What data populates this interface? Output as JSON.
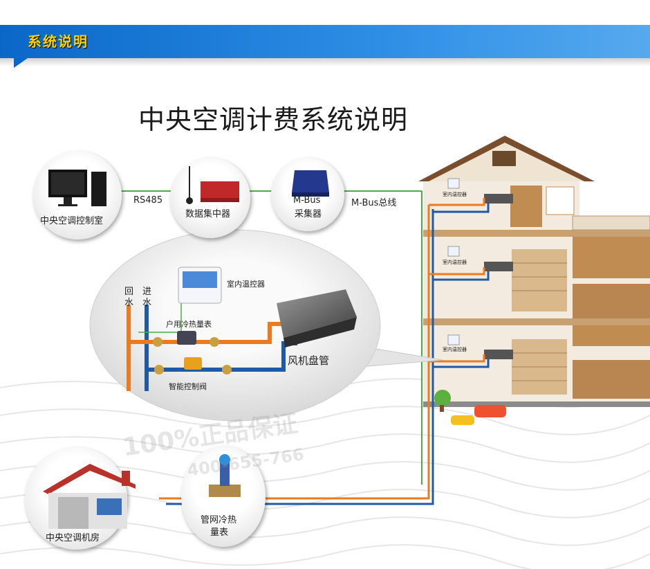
{
  "header": {
    "banner_title": "系统说明"
  },
  "main_title": "中央空调计费系统说明",
  "network": {
    "control_room": "中央空调控制室",
    "rs485": "RS485",
    "concentrator": "数据集中器",
    "mbus_collector_line1": "M-Bus",
    "mbus_collector_line2": "采集器",
    "mbus_line": "M-Bus总线"
  },
  "detail": {
    "return_water_1": "回",
    "return_water_2": "水",
    "supply_water_1": "进",
    "supply_water_2": "水",
    "thermostat": "室内温控器",
    "household_meter": "户用冷热量表",
    "smart_valve": "智能控制阀",
    "fan_coil": "风机盘管"
  },
  "house": {
    "thermostat_small_1": "室内温控器",
    "thermostat_small_2": "室内温控器",
    "thermostat_small_3": "室内温控器"
  },
  "bottom": {
    "machine_room": "中央空调机房",
    "network_meter_line1": "管网冷热",
    "network_meter_line2": "量表"
  },
  "watermark": {
    "line1": "100%正品保证",
    "line2": "400-655-766"
  },
  "colors": {
    "orange_pipe": "#ee7a1e",
    "blue_pipe": "#1e5aa8",
    "green_line": "#4caa48",
    "banner": "#0a67c8",
    "banner_text": "#ffd200",
    "house_wall": "#c9a071",
    "roof": "#7a4e2d"
  }
}
